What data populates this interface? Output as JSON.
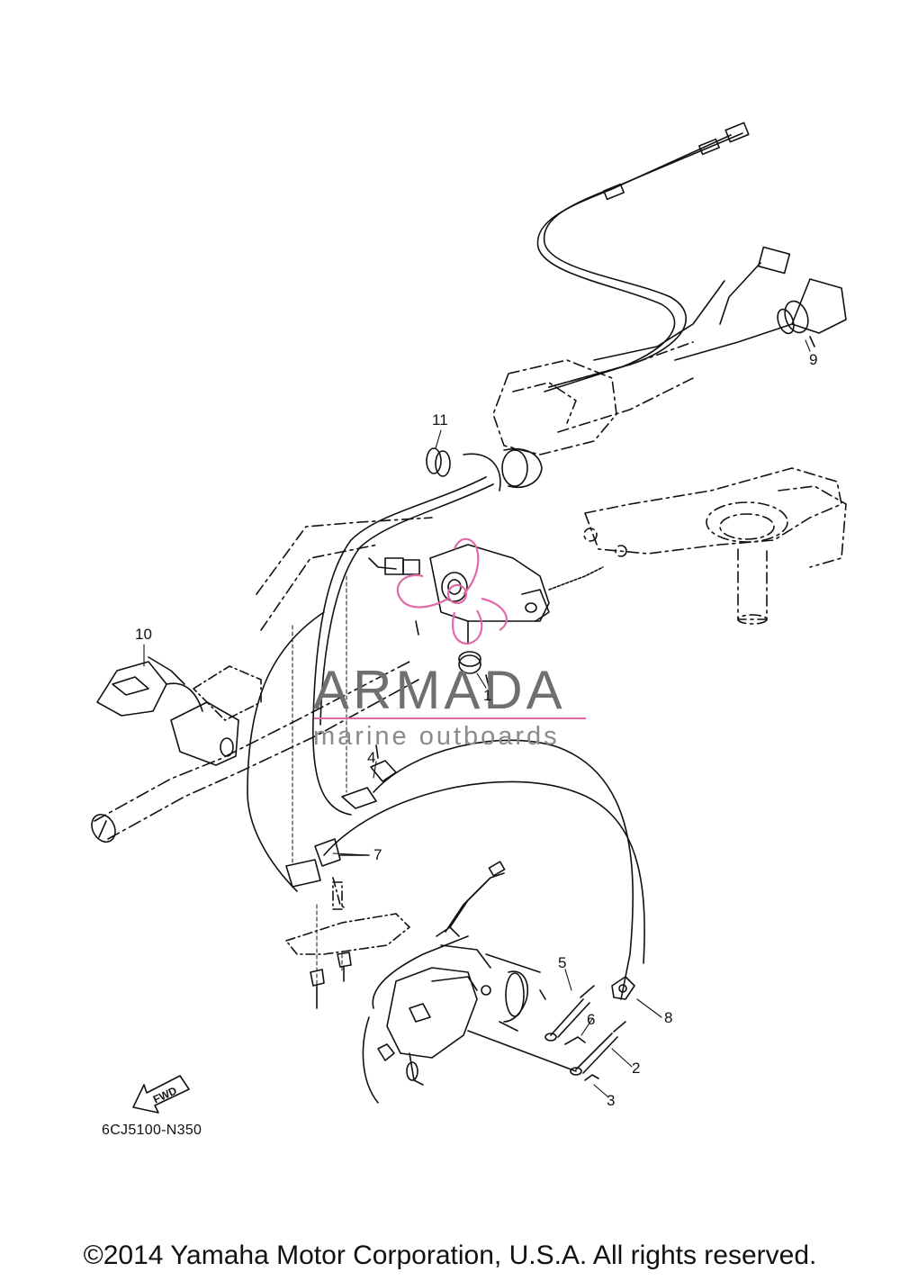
{
  "callouts": [
    {
      "id": "1",
      "label": "1"
    },
    {
      "id": "2",
      "label": "2"
    },
    {
      "id": "3",
      "label": "3"
    },
    {
      "id": "4",
      "label": "4"
    },
    {
      "id": "5",
      "label": "5"
    },
    {
      "id": "6",
      "label": "6"
    },
    {
      "id": "7",
      "label": "7"
    },
    {
      "id": "8",
      "label": "8"
    },
    {
      "id": "9",
      "label": "9"
    },
    {
      "id": "10",
      "label": "10"
    },
    {
      "id": "11",
      "label": "11"
    }
  ],
  "fwd_label": "FWD",
  "part_code": "6CJ5100-N350",
  "watermark": {
    "title": "ARMADA",
    "subtitle": "marine outboards",
    "accent_color": "#e06aa8",
    "text_color": "#6f6f6f"
  },
  "copyright": "©2014 Yamaha Motor Corporation, U.S.A. All rights reserved."
}
